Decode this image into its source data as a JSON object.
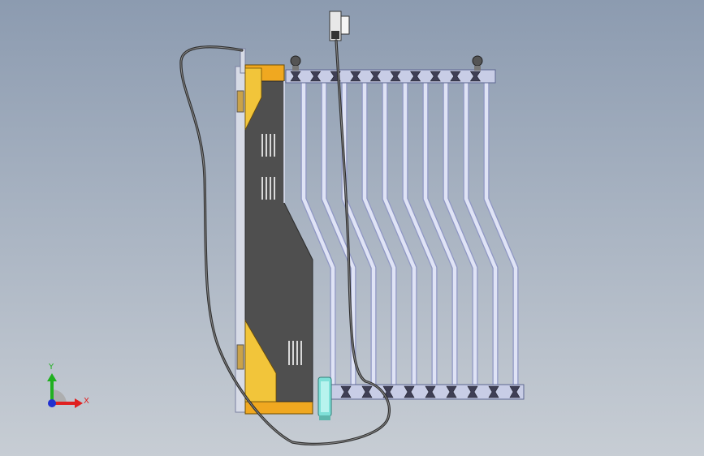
{
  "viewport": {
    "background_top": "#8c9bb0",
    "background_bottom": "#c7cdd4"
  },
  "triad": {
    "x_label": "X",
    "y_label": "Y",
    "x_color": "#e02020",
    "y_color": "#20b020",
    "z_color": "#2030d0"
  },
  "colors": {
    "housing_dark": "#4f4f4f",
    "housing_yellow": "#f2c53a",
    "housing_orange": "#f0a820",
    "fin_light": "#dfe3f5",
    "fin_edge": "#8f97c4",
    "cable": "#3a3a3a",
    "valve_cyan": "#7fe0d8"
  },
  "model": {
    "fin_count": 10,
    "icons": [
      "radiator-model",
      "power-cable",
      "plug-connector",
      "coordinate-triad"
    ]
  }
}
